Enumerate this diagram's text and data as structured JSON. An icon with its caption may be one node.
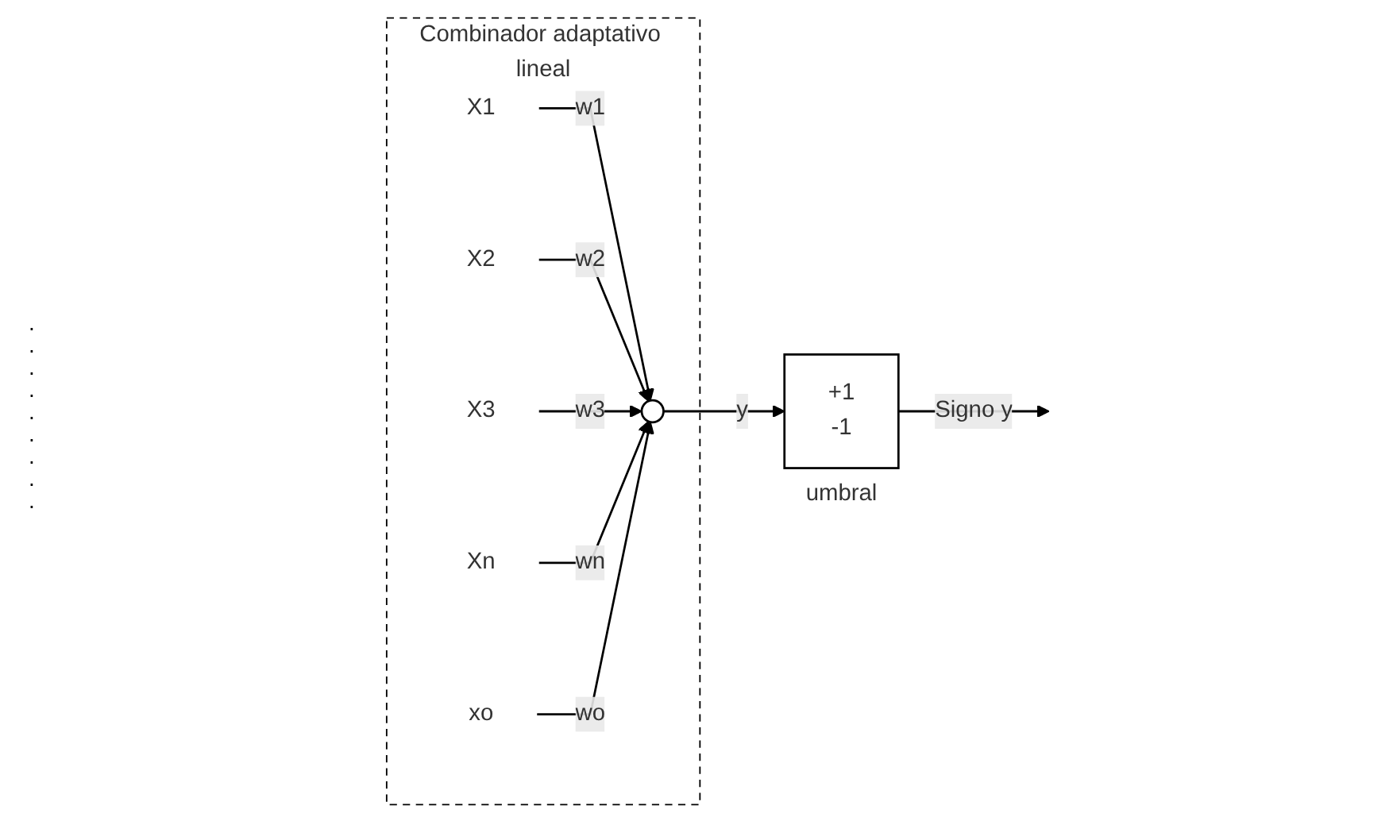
{
  "diagram": {
    "nodes": [
      {
        "text": [
          "Combinador adaptativo lineal"
        ]
      },
      {
        "text": [
          "X1"
        ],
        "in": 0
      },
      {
        "text": [
          "X2"
        ],
        "in": 0
      },
      {
        "text": [
          "X3"
        ],
        "in": 0
      },
      {
        "text": [
          "Xn"
        ],
        "in": 0
      },
      {
        "text": [
          "xo"
        ],
        "in": 0
      },
      {
        "text": [],
        "shape": "circle",
        "in": 0
      },
      {
        "text": [
          "+1",
          "-1"
        ],
        "beside": [
          "umbral"
        ]
      }
    ],
    "edges": [
      {
        "from": 1,
        "to": 6,
        "arrow": "to",
        "label": "w1"
      },
      {
        "from": 2,
        "to": 6,
        "arrow": "to",
        "label": "w2"
      },
      {
        "from": 3,
        "to": 6,
        "arrow": "to",
        "label": "w3"
      },
      {
        "from": 4,
        "to": 6,
        "arrow": "to",
        "label": "wn"
      },
      {
        "from": 5,
        "to": 6,
        "arrow": "to",
        "label": "wo"
      },
      {
        "from": 6,
        "to": 7,
        "arrow": "to",
        "label": "y"
      },
      {
        "from": 7,
        "to": null,
        "arrow": "to",
        "label": "Signo y"
      }
    ],
    "labels": [
      ".",
      ".",
      ".",
      ".",
      ".",
      ".",
      ".",
      ".",
      "."
    ]
  }
}
